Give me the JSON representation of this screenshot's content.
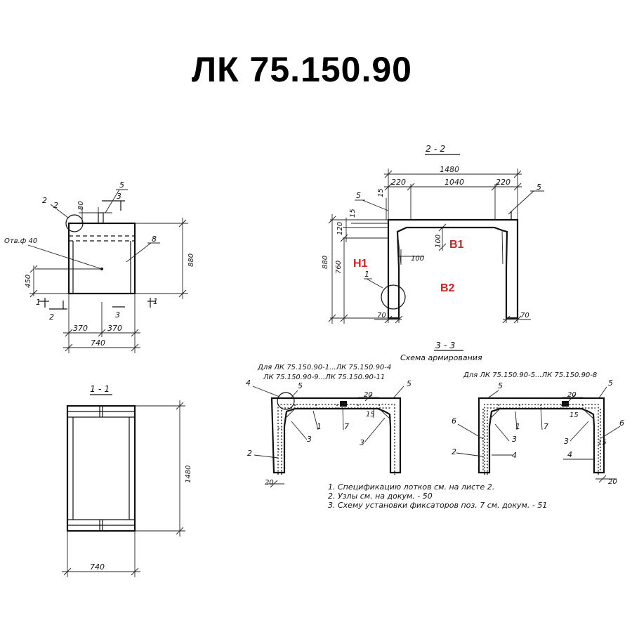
{
  "title": "ЛК 75.150.90",
  "view_front": {
    "callouts": [
      "2",
      "5",
      "8"
    ],
    "hole_label": "Отв.ф 40",
    "dims": {
      "top_gap": "80",
      "height": "880",
      "hole_height": "450",
      "half_left": "370",
      "half_right": "370",
      "width": "740"
    },
    "section_marks": {
      "s1": "1",
      "s2": "2",
      "s3": "3"
    }
  },
  "view_1_1": {
    "label": "1 - 1",
    "dims": {
      "length": "1480",
      "width": "740"
    }
  },
  "view_2_2": {
    "label": "2 - 2",
    "dims": {
      "overall": "1480",
      "left_wall": "220",
      "inner": "1040",
      "right_wall": "220",
      "top_15a": "15",
      "top_15b": "15",
      "d120": "120",
      "d100h": "100",
      "d100v": "100",
      "h880": "880",
      "h760": "760",
      "w70a": "70",
      "w70b": "70"
    },
    "callouts": [
      "5",
      "5",
      "1"
    ],
    "markers": {
      "h1": "H1",
      "b1": "B1",
      "b2": "B2"
    }
  },
  "view_3_3": {
    "label": "3 - 3",
    "subtitle": "Схема армирования",
    "left": {
      "caption1": "Для ЛК 75.150.90-1...ЛК 75.150.90-4",
      "caption2": "ЛК 75.150.90-9...ЛК 75.150.90-11",
      "callouts": [
        "4",
        "5",
        "5",
        "1",
        "7",
        "3",
        "3",
        "2"
      ],
      "dims": {
        "d20a": "20",
        "d15": "15",
        "d20b": "20"
      }
    },
    "right": {
      "caption": "Для ЛК 75.150.90-5...ЛК 75.150.90-8",
      "callouts": [
        "5",
        "5",
        "6",
        "3",
        "1",
        "7",
        "3",
        "6",
        "2",
        "4",
        "4"
      ],
      "dims": {
        "d20a": "20",
        "d15a": "15",
        "d15b": "15",
        "d20b": "20"
      }
    }
  },
  "notes": [
    "1. Спецификацию лотков см. на листе 2.",
    "2. Узлы см. на докум. - 50",
    "3. Схему установки фиксаторов поз. 7 см. докум. - 51"
  ]
}
